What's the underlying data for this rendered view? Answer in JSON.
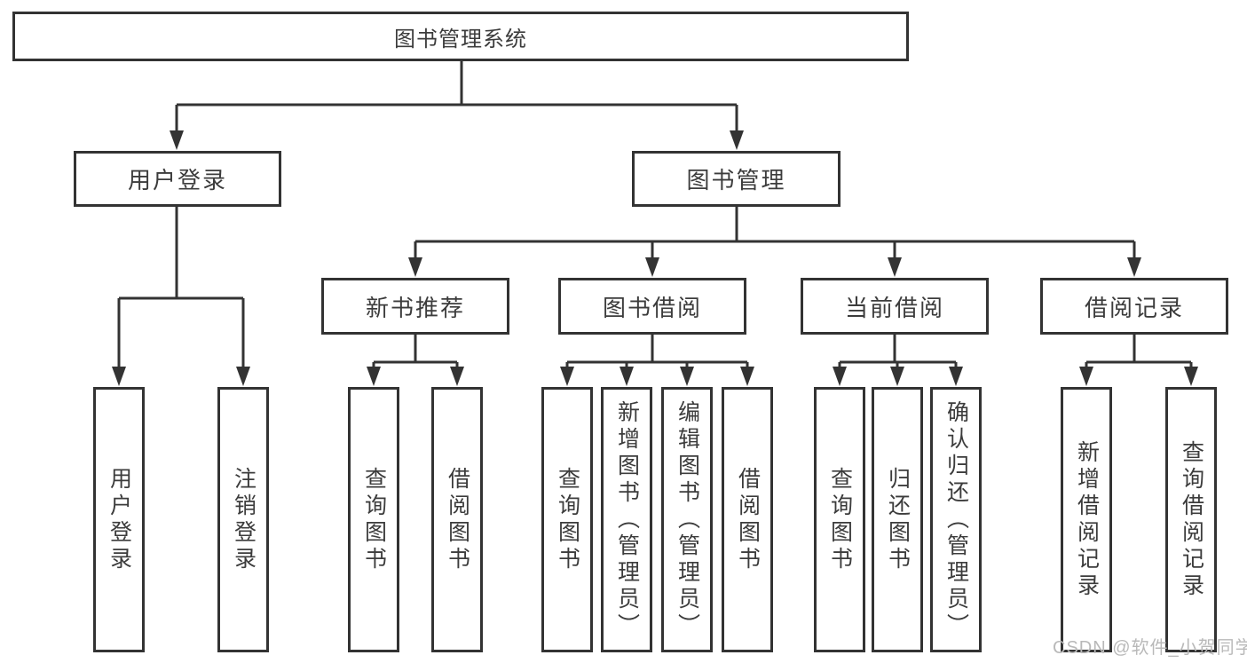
{
  "diagram": {
    "root": "图书管理系统",
    "branches": [
      {
        "label": "用户登录",
        "children": [
          "用户登录",
          "注销登录"
        ]
      },
      {
        "label": "图书管理",
        "children": [
          {
            "label": "新书推荐",
            "children": [
              "查询图书",
              "借阅图书"
            ]
          },
          {
            "label": "图书借阅",
            "children": [
              "查询图书",
              "新增图书（管理员）",
              "编辑图书（管理员）",
              "借阅图书"
            ]
          },
          {
            "label": "当前借阅",
            "children": [
              "查询图书",
              "归还图书",
              "确认归还（管理员）"
            ]
          },
          {
            "label": "借阅记录",
            "children": [
              "新增借阅记录",
              "查询借阅记录"
            ]
          }
        ]
      }
    ]
  },
  "watermark": "CSDN @软件_小贺同学",
  "colors": {
    "line": "#333333",
    "box_border": "#333333",
    "box_text": "#3c3c3c",
    "background": "#ffffff",
    "watermark_text": "#b9b9b9"
  }
}
